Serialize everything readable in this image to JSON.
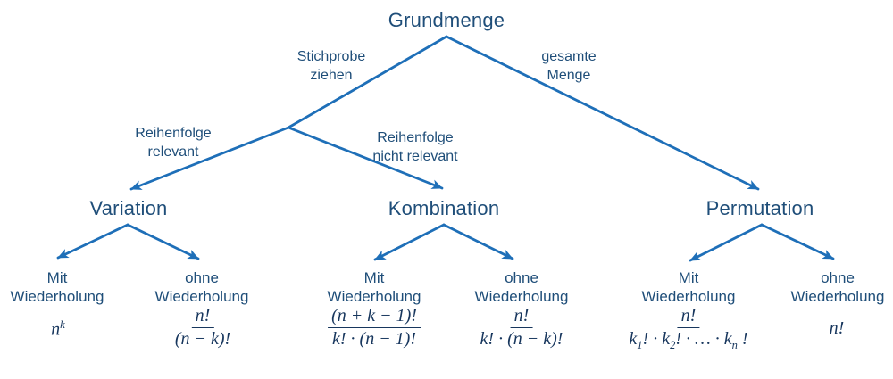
{
  "colors": {
    "text_blue": "#1f4e79",
    "math_blue": "#17365d",
    "arrow_blue": "#1e6fb8",
    "background": "#ffffff"
  },
  "root": {
    "label": "Grundmenge"
  },
  "edge_labels": {
    "stichprobe": {
      "line1": "Stichprobe",
      "line2": "ziehen"
    },
    "gesamte": {
      "line1": "gesamte",
      "line2": "Menge"
    },
    "reihenfolge_relevant": {
      "line1": "Reihenfolge",
      "line2": "relevant"
    },
    "reihenfolge_nicht_relevant": {
      "line1": "Reihenfolge",
      "line2": "nicht relevant"
    }
  },
  "variation": {
    "title": "Variation",
    "mit": {
      "line1": "Mit",
      "line2": "Wiederholung",
      "formula": {
        "base": "n",
        "sup": "k"
      }
    },
    "ohne": {
      "line1": "ohne",
      "line2": "Wiederholung",
      "formula": {
        "num": "n!",
        "den": "(n − k)!"
      }
    }
  },
  "kombination": {
    "title": "Kombination",
    "mit": {
      "line1": "Mit",
      "line2": "Wiederholung",
      "formula": {
        "num": "(n + k − 1)!",
        "den": "k! · (n − 1)!"
      }
    },
    "ohne": {
      "line1": "ohne",
      "line2": "Wiederholung",
      "formula": {
        "num": "n!",
        "den": "k! · (n − k)!"
      }
    }
  },
  "permutation": {
    "title": "Permutation",
    "mit": {
      "line1": "Mit",
      "line2": "Wiederholung",
      "formula": {
        "num": "n!",
        "den_parts": {
          "p0": "k",
          "s0": "1",
          "p1": "! · k",
          "s1": "2",
          "p2": "! · … · k",
          "s2": "n",
          "p3": " !"
        }
      }
    },
    "ohne": {
      "line1": "ohne",
      "line2": "Wiederholung",
      "formula": {
        "text": "n!"
      }
    }
  }
}
